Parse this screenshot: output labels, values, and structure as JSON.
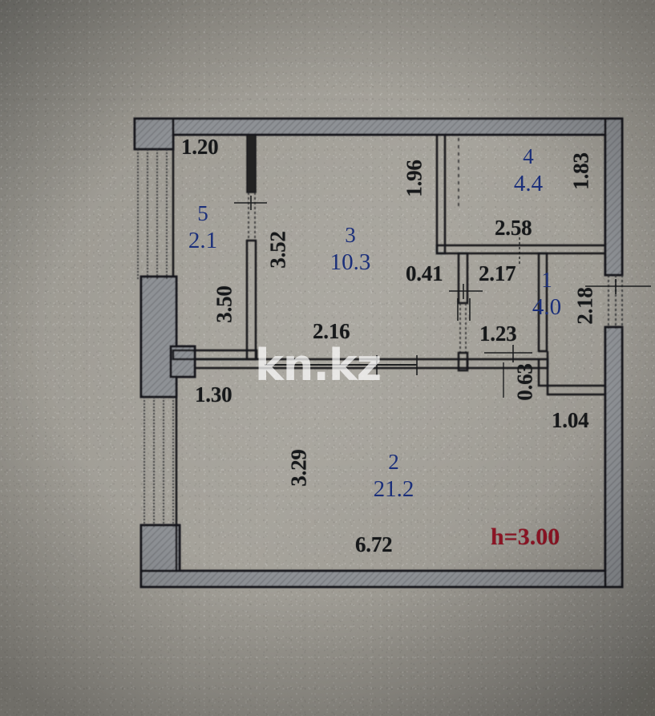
{
  "document": {
    "type": "apartment-floor-plan",
    "watermark": "kn.kz",
    "ceiling_height_label": "h=3.00"
  },
  "colors": {
    "paper": "#a09d95",
    "wall_fill": "#8e9195",
    "ink_black": "#16181a",
    "ink_blue": "#1b2f7a",
    "ink_red": "#8d1424",
    "watermark": "#ffffff"
  },
  "rooms": [
    {
      "index": "1",
      "area": "4.0"
    },
    {
      "index": "2",
      "area": "21.2"
    },
    {
      "index": "3",
      "area": "10.3"
    },
    {
      "index": "4",
      "area": "4.4"
    },
    {
      "index": "5",
      "area": "2.1"
    }
  ],
  "dimensions": {
    "d_1_20": "1.20",
    "d_3_52": "3.52",
    "d_3_50": "3.50",
    "d_1_96": "1.96",
    "d_1_83": "1.83",
    "d_2_58": "2.58",
    "d_0_41": "0.41",
    "d_2_17": "2.17",
    "d_2_18": "2.18",
    "d_2_16": "2.16",
    "d_1_23": "1.23",
    "d_0_63": "0.63",
    "d_1_04": "1.04",
    "d_1_30": "1.30",
    "d_3_29": "3.29",
    "d_6_72": "6.72"
  }
}
